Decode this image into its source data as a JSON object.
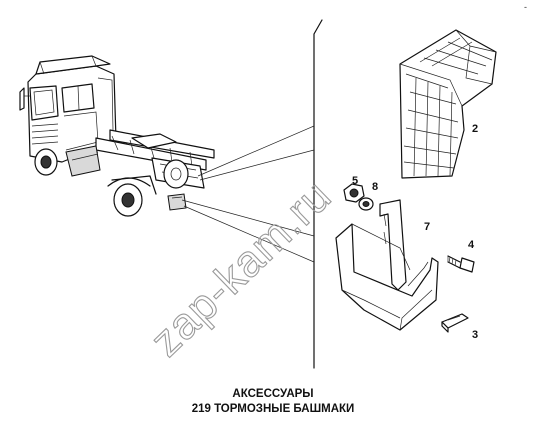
{
  "caption": {
    "line1": "АКСЕССУАРЫ",
    "line2": "219 ТОРМОЗНЫЕ БАШМАКИ"
  },
  "callouts": {
    "c2": "2",
    "c3": "3",
    "c4": "4",
    "c5": "5",
    "c7": "7",
    "c8": "8"
  },
  "watermark": "zap-kam.ru",
  "corner_mark": "-",
  "colors": {
    "background": "#ffffff",
    "ink": "#111111",
    "watermark": "#9a9a9a"
  }
}
